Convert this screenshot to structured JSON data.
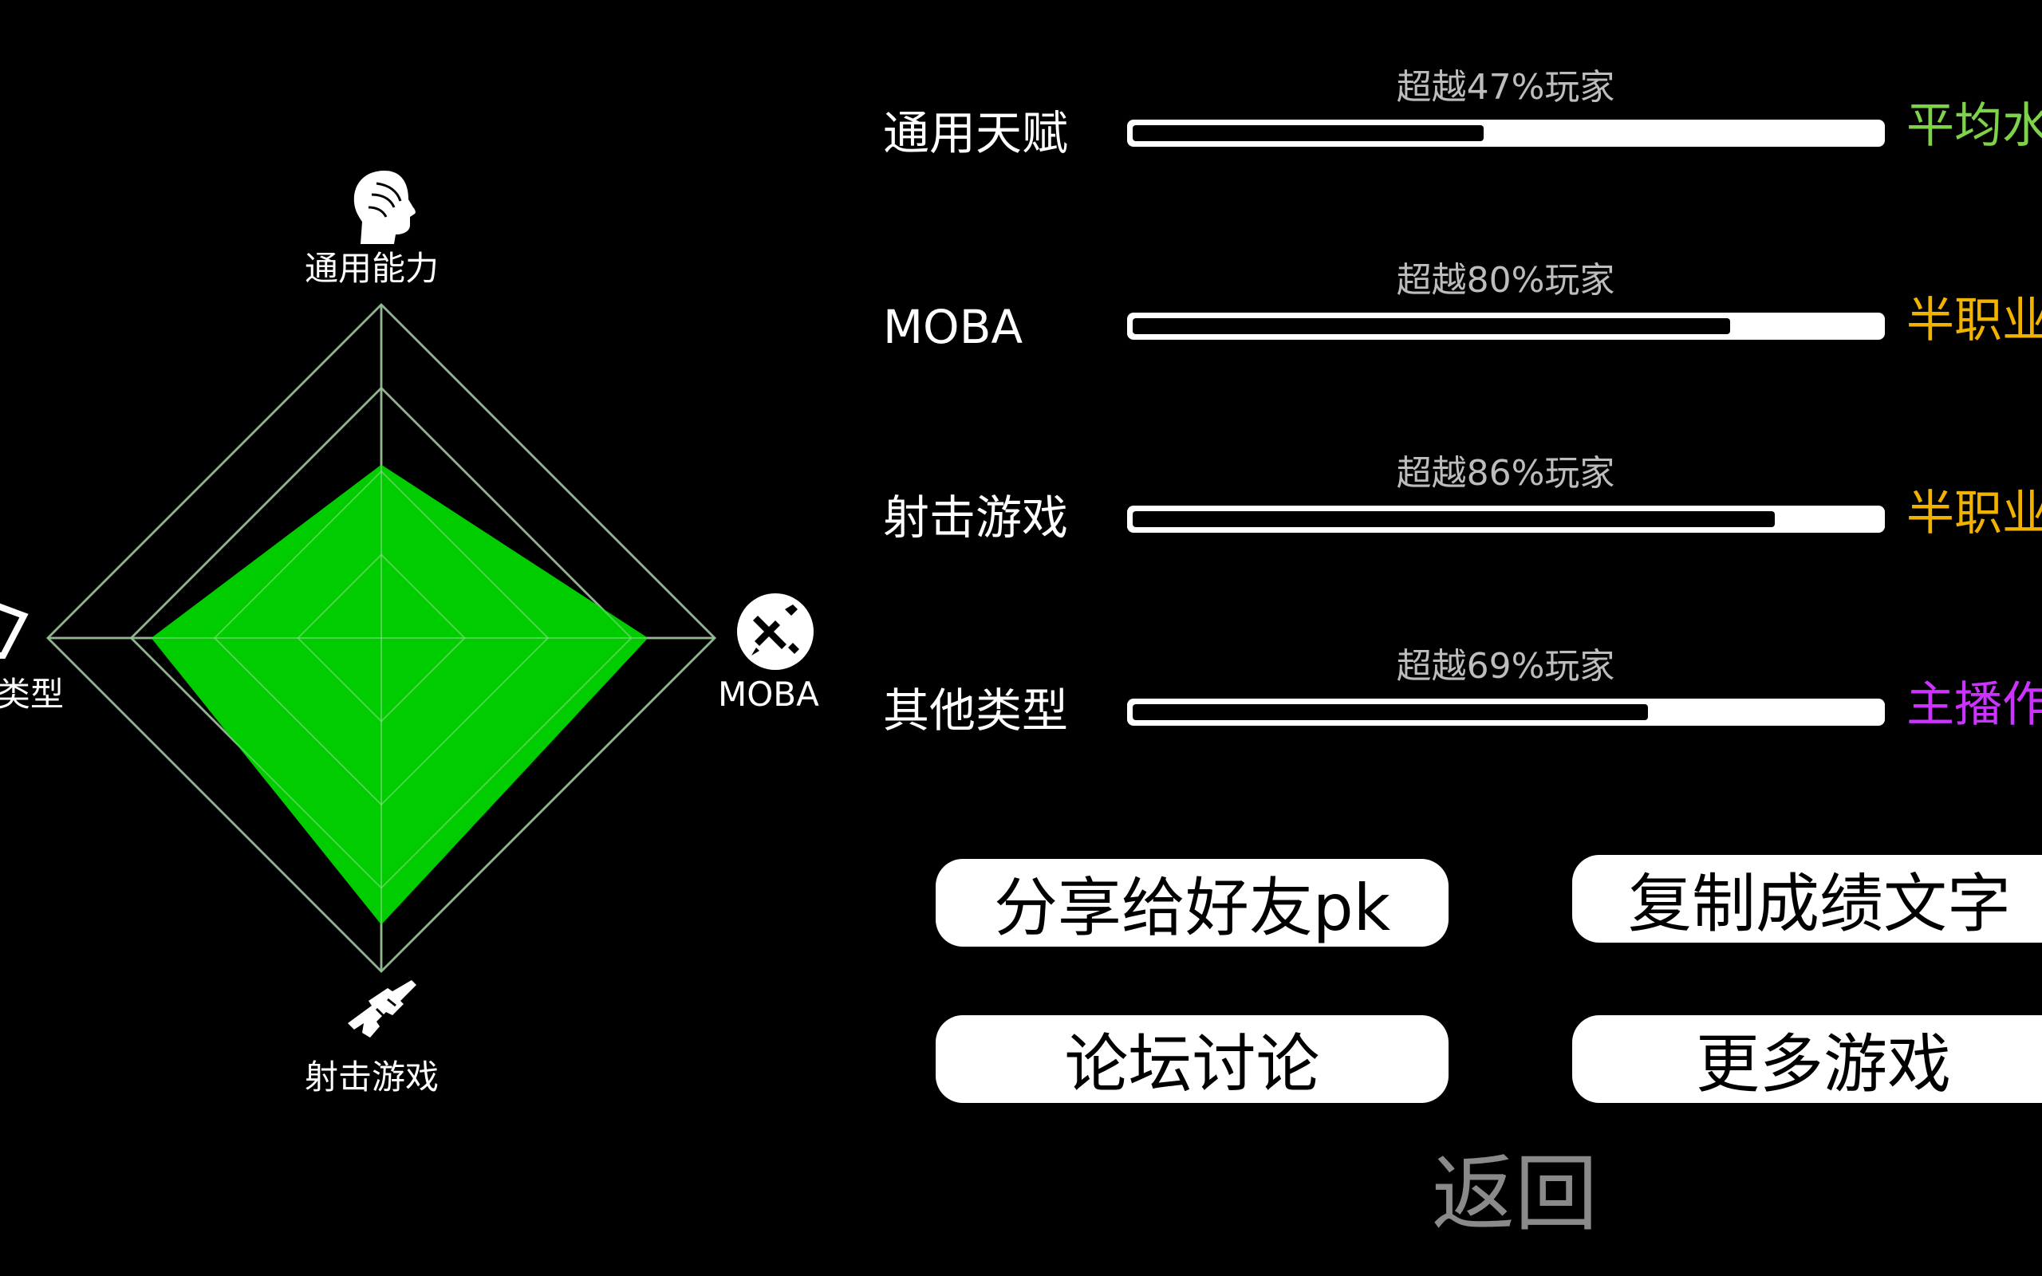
{
  "colors": {
    "background": "#000000",
    "radar_fill": "#00cc00",
    "grid": "#8c8c8c",
    "level_average": "#7ed34a",
    "level_semipro": "#f2b300",
    "level_streamer": "#cc33ff"
  },
  "radar": {
    "axes": [
      {
        "key": "top",
        "label": "通用能力",
        "icon": "head-icon",
        "value": 0.52
      },
      {
        "key": "right",
        "label": "MOBA",
        "icon": "moba-icon",
        "value": 0.8
      },
      {
        "key": "bottom",
        "label": "射击游戏",
        "icon": "gun-icon",
        "value": 0.86
      },
      {
        "key": "left",
        "label": "类型",
        "icon": "other-type-icon",
        "value": 0.69
      }
    ],
    "rings": 4
  },
  "stats": [
    {
      "name": "通用天赋",
      "caption": "超越47%玩家",
      "percent": 47,
      "level": "平均水",
      "level_color": "#7ed34a"
    },
    {
      "name": "MOBA",
      "caption": "超越80%玩家",
      "percent": 80,
      "level": "半职业",
      "level_color": "#f2b300"
    },
    {
      "name": "射击游戏",
      "caption": "超越86%玩家",
      "percent": 86,
      "level": "半职业",
      "level_color": "#f2b300"
    },
    {
      "name": "其他类型",
      "caption": "超越69%玩家",
      "percent": 69,
      "level": "主播作",
      "level_color": "#cc33ff"
    }
  ],
  "buttons": {
    "share": "分享给好友pk",
    "copy": "复制成绩文字",
    "forum": "论坛讨论",
    "more_games": "更多游戏"
  },
  "back_label": "返回"
}
